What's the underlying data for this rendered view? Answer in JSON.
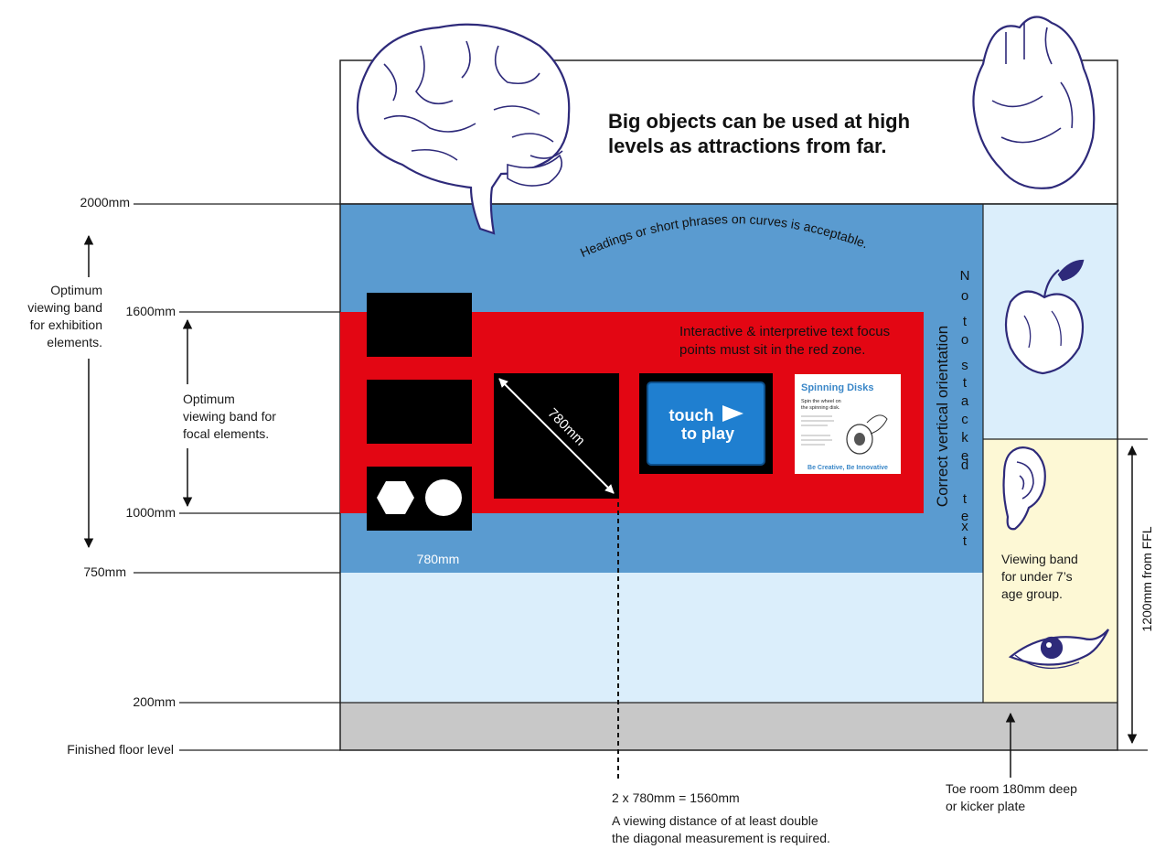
{
  "top_text": {
    "line1": "Big objects can be used at high",
    "line2": "levels as attractions from far."
  },
  "curved_text": "Headings or short phrases on curves is acceptable.",
  "red_zone_text": {
    "line1": "Interactive & interpretive text focus",
    "line2": "points must sit in the red zone."
  },
  "vertical_text": "Correct vertical orientation",
  "stacked_text": [
    "N",
    "o",
    "t",
    "o",
    "s",
    "t",
    "a",
    "c",
    "k",
    "e",
    "d",
    "t",
    "e",
    "x",
    "t"
  ],
  "diagonal_label": "780mm",
  "width_label": "780mm",
  "touch_screen": {
    "line1": "touch",
    "line2": "to play"
  },
  "poster": {
    "title": "Spinning Disks",
    "line1": "Spin the wheel on",
    "line2": "the spinning disk.",
    "footer": "Be Creative, Be Innovative"
  },
  "levels": {
    "l2000": "2000mm",
    "l1600": "1600mm",
    "l1000": "1000mm",
    "l750": "750mm",
    "l200": "200mm",
    "floor": "Finished floor level"
  },
  "optimum_exhibition": [
    "Optimum",
    "viewing band",
    "for exhibition",
    "elements."
  ],
  "optimum_focal": [
    "Optimum",
    "viewing band for",
    "focal elements."
  ],
  "kids_band": [
    "Viewing band",
    "for under 7’s",
    "age group."
  ],
  "ffl_label": "1200mm from FFL",
  "distance": {
    "formula": "2 x 780mm = 1560mm",
    "line1": "A viewing distance of at least double",
    "line2": "the diagonal measurement is required."
  },
  "toe_room": {
    "line1": "Toe room 180mm deep",
    "line2": "or kicker plate"
  },
  "colors": {
    "blue_band": "#5a9bd0",
    "light_blue": "#dbeefb",
    "red_zone": "#e30613",
    "kids_yellow": "#fdf8d5",
    "kick_grey": "#c8c8c8",
    "ink": "#2e2a7a"
  },
  "icons": [
    "brain-icon",
    "heart-icon",
    "apple-icon",
    "ear-icon",
    "eye-icon",
    "hexagon-icon",
    "circle-icon",
    "play-icon"
  ]
}
